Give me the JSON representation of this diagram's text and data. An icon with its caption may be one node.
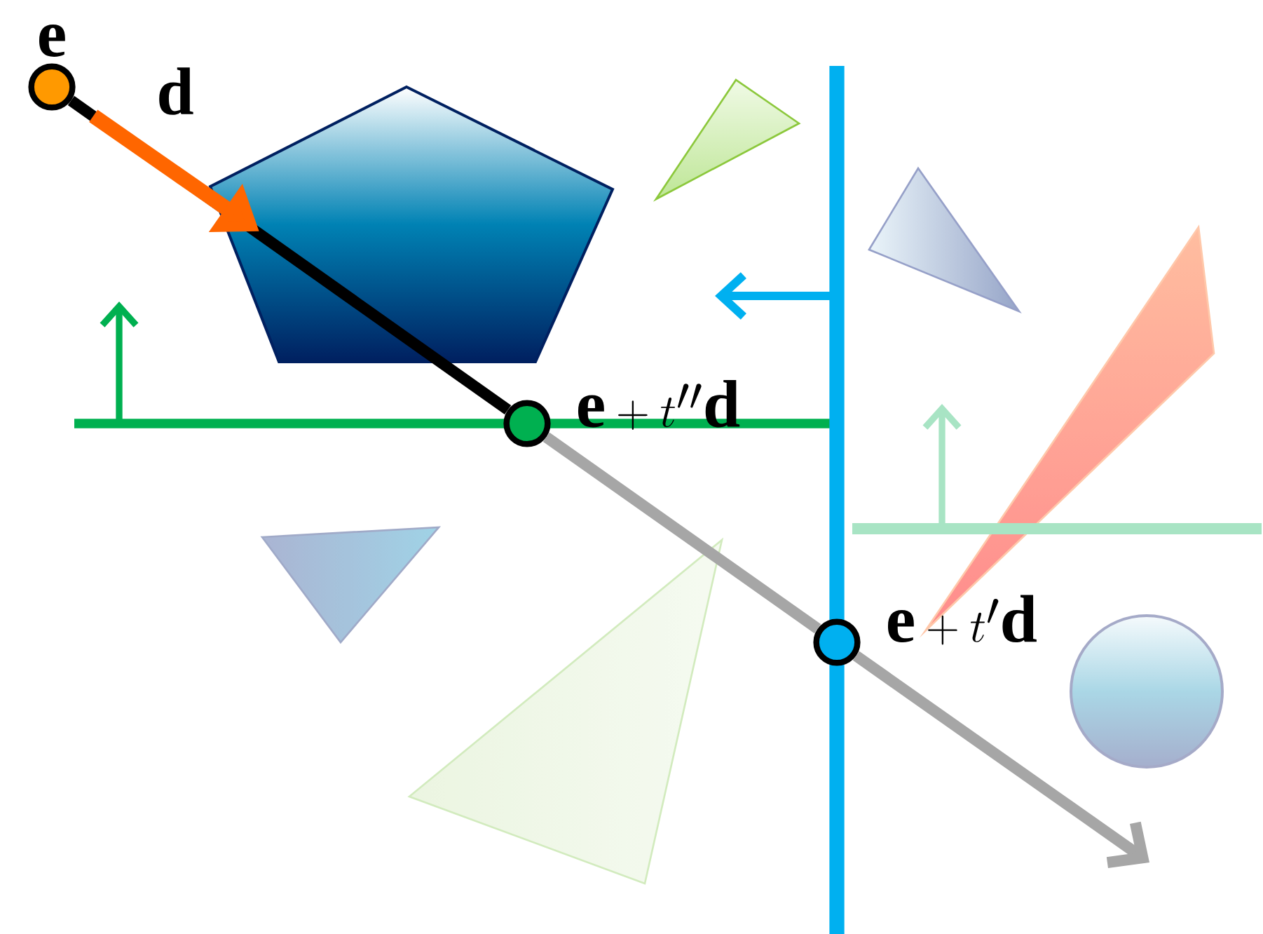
{
  "diagram": {
    "nodes": [
      {
        "text": [
          "\\mathbf{e}"
        ]
      },
      {
        "text": [
          "\\mathbf{e}+t''\\mathbf{d}"
        ]
      },
      {
        "text": [
          "\\mathbf{e}+t'\\mathbf{d}"
        ]
      }
    ],
    "edges": [
      {
        "from": 0,
        "to": 1,
        "arrow": "none",
        "color": "#000000"
      },
      {
        "from": 1,
        "to": 2,
        "arrow": "none"
      },
      {
        "from": 2,
        "to": null,
        "arrow": "to"
      }
    ],
    "labels": [
      "\\mathbf{d}"
    ]
  }
}
